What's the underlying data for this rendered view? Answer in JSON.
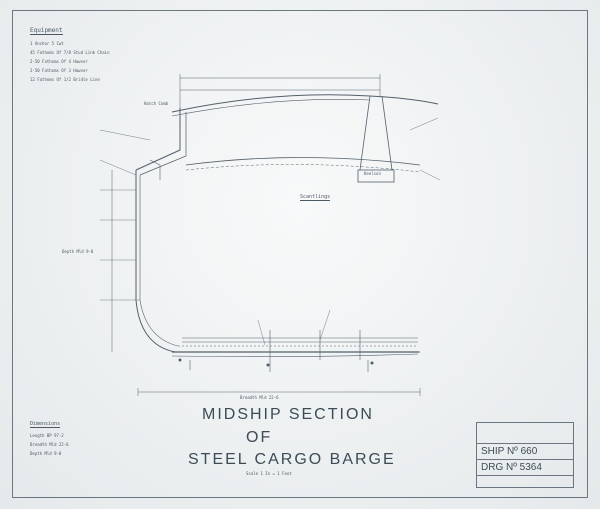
{
  "equipment": {
    "heading": "Equipment",
    "items": [
      "1 Anchor 5 Cwt",
      "45 Fathoms Of 7/8 Stud Link Chain",
      "2-50 Fathoms Of 4 Hawser",
      "2-50 Fathoms Of 3 Hawser",
      "12 Fathoms Of 1/2 Bridle Line"
    ]
  },
  "dimensions": {
    "heading": "Dimensions",
    "items": [
      "Length BP 97-2",
      "Breadth Mld 22-6",
      "Depth Mld 9-0"
    ]
  },
  "title": {
    "line1": "MIDSHIP SECTION",
    "line2": "OF",
    "line3": "STEEL CARGO BARGE",
    "scale": "Scale 1 In = 1 Foot"
  },
  "title_block": {
    "ship_no": "SHIP Nº 660",
    "drg_no": "DRG Nº 5364"
  },
  "labels": {
    "breadth_mld": "Breadth Mld 22-6",
    "depth_mld": "Depth Mld 9-0",
    "keelson": "Keelson",
    "hatch_comb": "Hatch Comb",
    "scantlings": "Scantlings"
  }
}
